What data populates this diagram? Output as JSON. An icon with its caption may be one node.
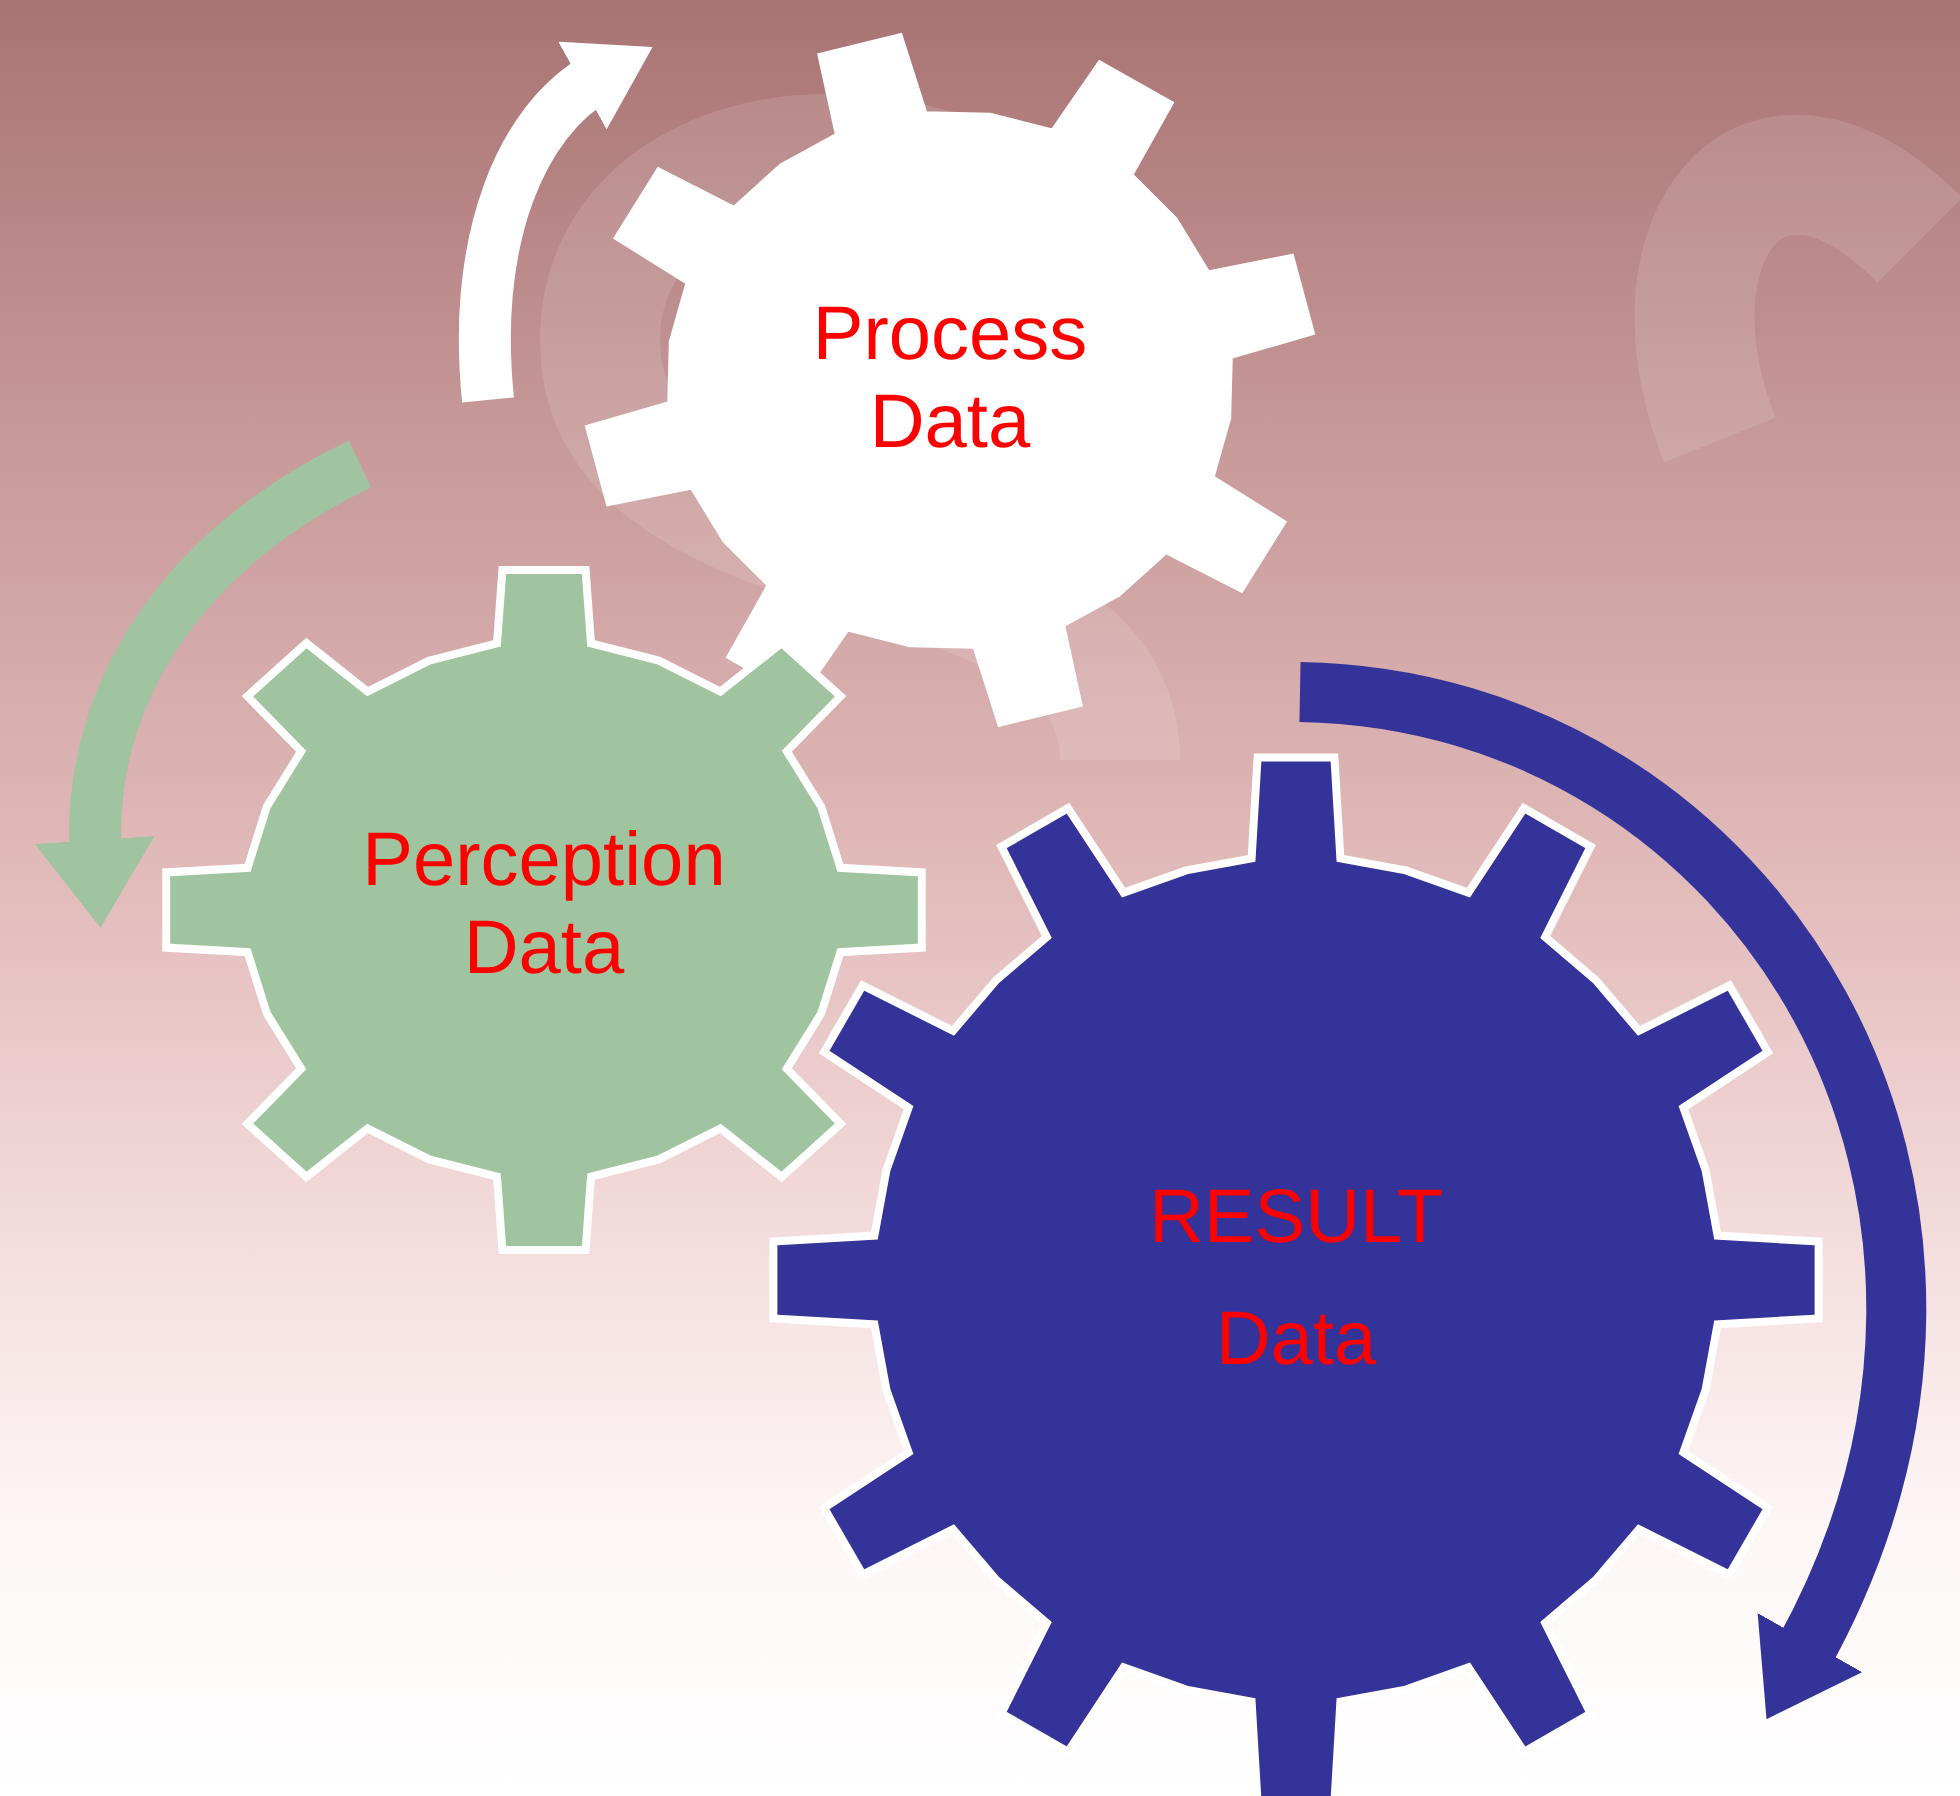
{
  "diagram": {
    "nodes": [
      {
        "text": [
          "Process Data"
        ]
      },
      {
        "text": [
          "Perception Data"
        ]
      },
      {
        "text": [
          "RESULT Data"
        ]
      }
    ]
  }
}
